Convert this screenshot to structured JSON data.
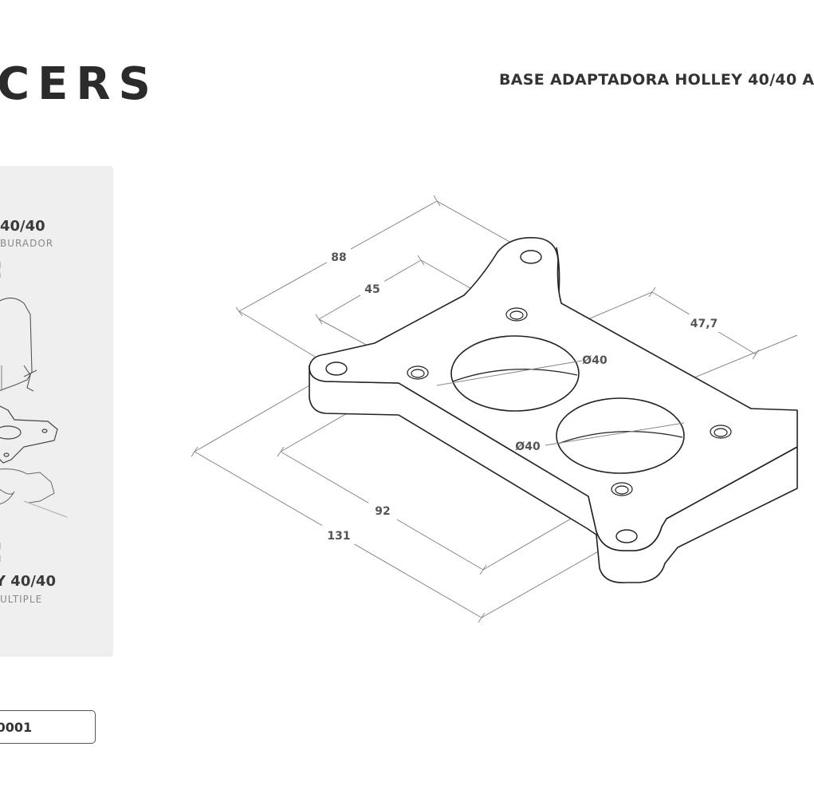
{
  "header": {
    "brand_fragment": "CERS",
    "title": "BASE ADAPTADORA HOLLEY 40/40 A"
  },
  "sidebar_panel": {
    "top_heading": "40/40",
    "top_subtitle": "BURADOR",
    "bottom_heading": "Y 40/40",
    "bottom_subtitle": "ULTIPLE"
  },
  "product_code": "-0001",
  "dimensions": {
    "d88": "88",
    "d45": "45",
    "d47_7": "47,7",
    "bore_1": "Ø40",
    "bore_2": "Ø40",
    "d92": "92",
    "d131": "131"
  }
}
